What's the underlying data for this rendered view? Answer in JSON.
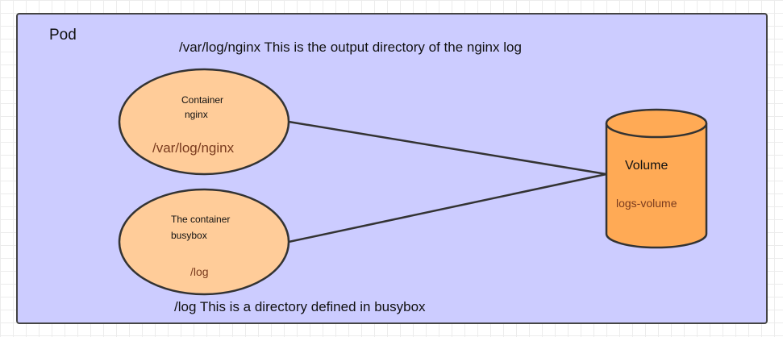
{
  "pod": {
    "label": "Pod",
    "fill": "#ccccff",
    "stroke": "#444444"
  },
  "annotations": {
    "top": "/var/log/nginx This is the output directory of the nginx log",
    "bottom": "/log This is a directory defined in busybox"
  },
  "containers": [
    {
      "line1": "Container",
      "line2": "nginx",
      "path": "/var/log/nginx",
      "fill": "#ffcc99"
    },
    {
      "line1": "The container",
      "line2": "busybox",
      "path": "/log",
      "fill": "#ffcc99"
    }
  ],
  "volume": {
    "title": "Volume",
    "name": "logs-volume",
    "fill": "#ffaa55"
  }
}
